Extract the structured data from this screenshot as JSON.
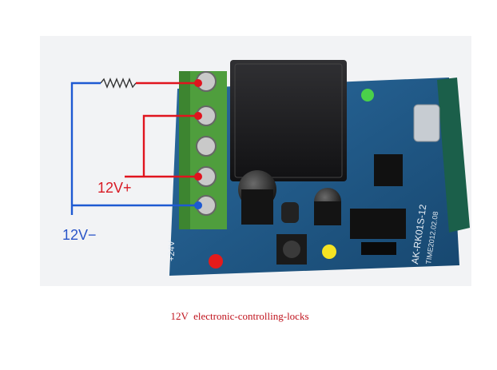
{
  "labels": {
    "positive": "12V+",
    "negative": "12V−",
    "board_voltage": "+24V",
    "model": "AK-RK01S-12",
    "date": "TIME2012.02.08"
  },
  "caption": "12V  electronic-controlling-locks",
  "colors": {
    "positive_wire": "#e0141e",
    "negative_wire": "#1e5ad2",
    "positive_label": "#d81a24",
    "negative_label": "#2a55c8",
    "pcb": "#1f5a8c",
    "terminal_block": "#4f9e3d",
    "relay": "#1b1b1d",
    "caption": "#c0141e"
  },
  "icons": [
    "relay-icon",
    "terminal-block-icon",
    "resistor-icon",
    "led-icon",
    "push-button-icon"
  ]
}
